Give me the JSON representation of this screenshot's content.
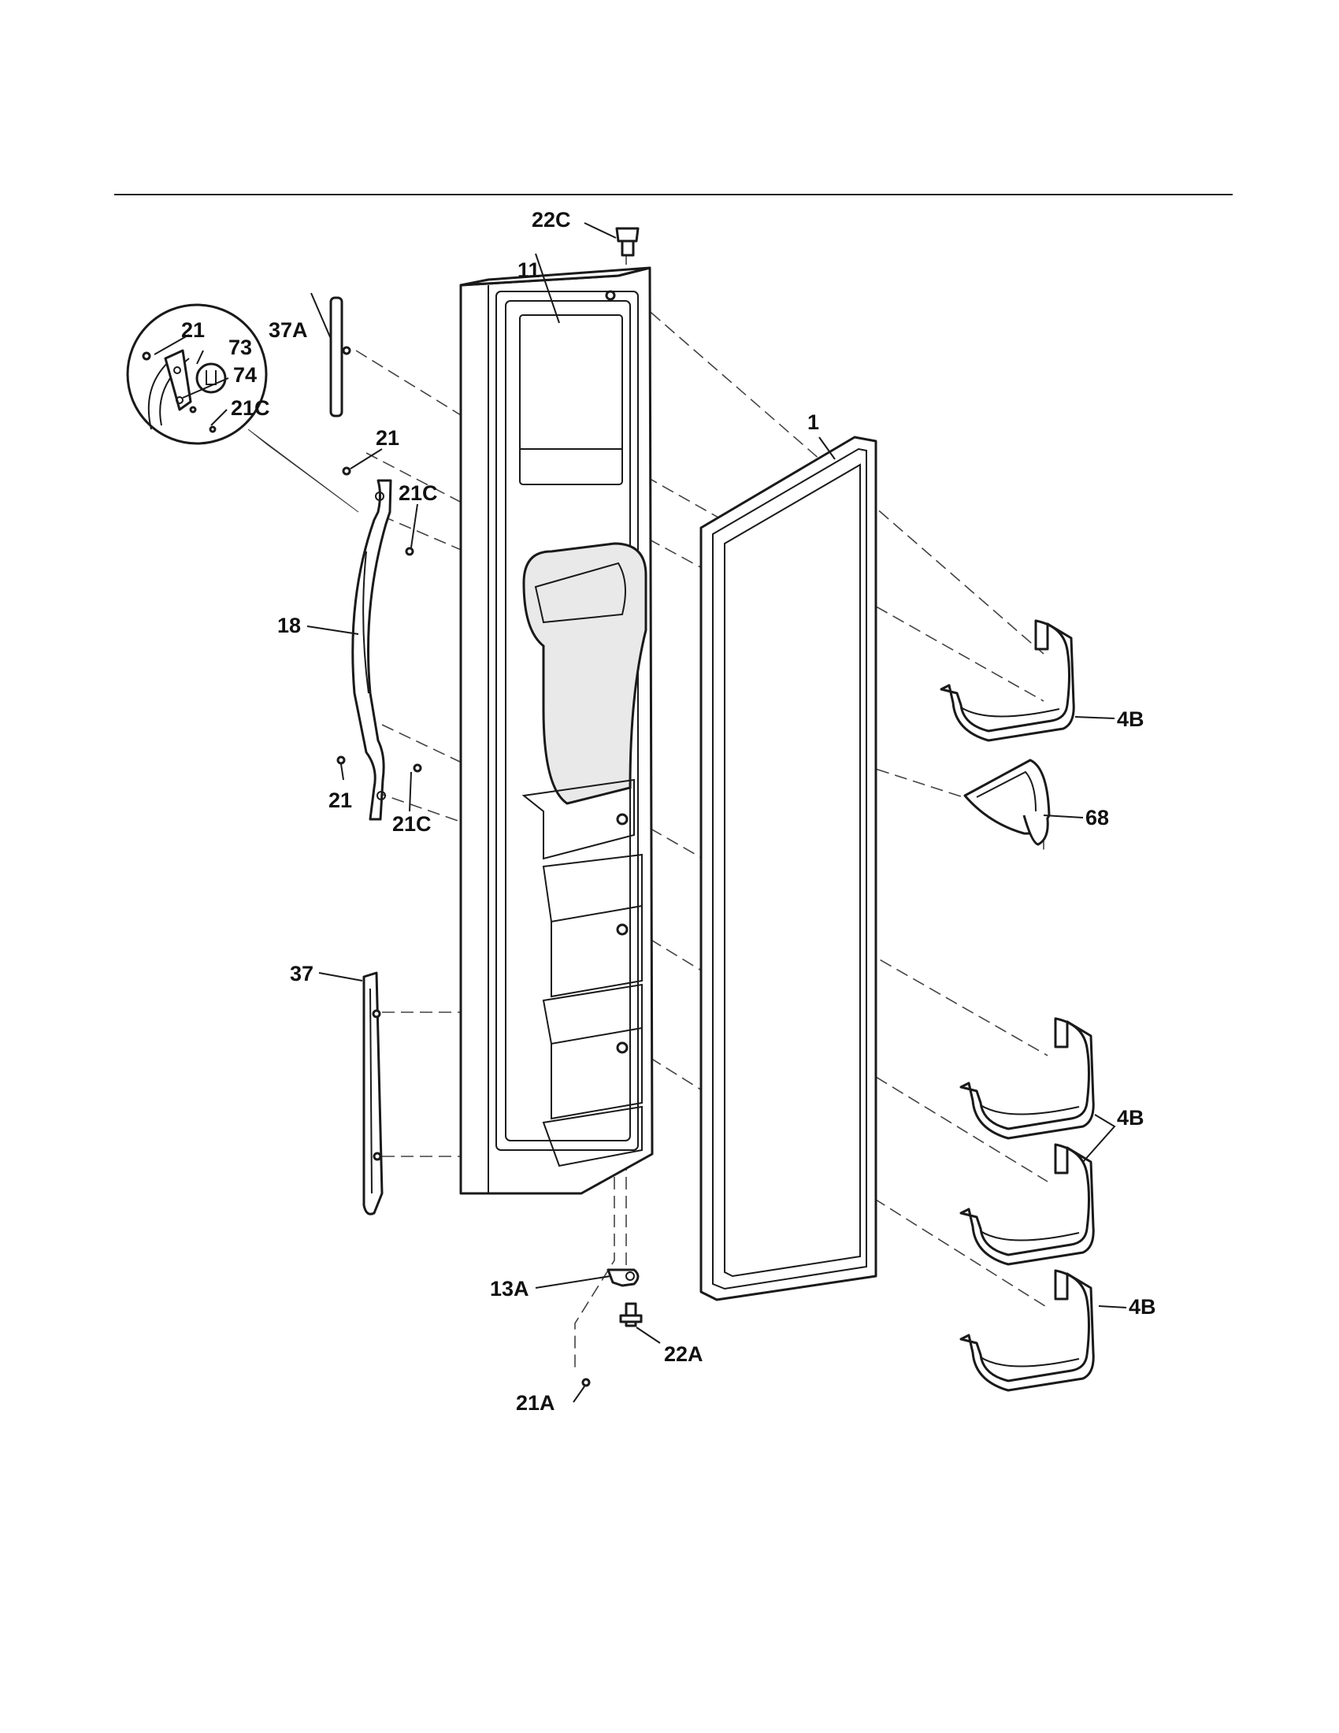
{
  "callouts": [
    {
      "id": "22C",
      "text": "22C"
    },
    {
      "id": "11",
      "text": "11"
    },
    {
      "id": "21-top",
      "text": "21"
    },
    {
      "id": "37A",
      "text": "37A"
    },
    {
      "id": "73",
      "text": "73"
    },
    {
      "id": "74",
      "text": "74"
    },
    {
      "id": "21C-inset",
      "text": "21C"
    },
    {
      "id": "21-mid",
      "text": "21"
    },
    {
      "id": "21C-mid",
      "text": "21C"
    },
    {
      "id": "1",
      "text": "1"
    },
    {
      "id": "18",
      "text": "18"
    },
    {
      "id": "4B-top",
      "text": "4B"
    },
    {
      "id": "21-low",
      "text": "21"
    },
    {
      "id": "21C-low",
      "text": "21C"
    },
    {
      "id": "68",
      "text": "68"
    },
    {
      "id": "37",
      "text": "37"
    },
    {
      "id": "4B-mid",
      "text": "4B"
    },
    {
      "id": "13A",
      "text": "13A"
    },
    {
      "id": "22A",
      "text": "22A"
    },
    {
      "id": "4B-low",
      "text": "4B"
    },
    {
      "id": "21A",
      "text": "21A"
    }
  ]
}
